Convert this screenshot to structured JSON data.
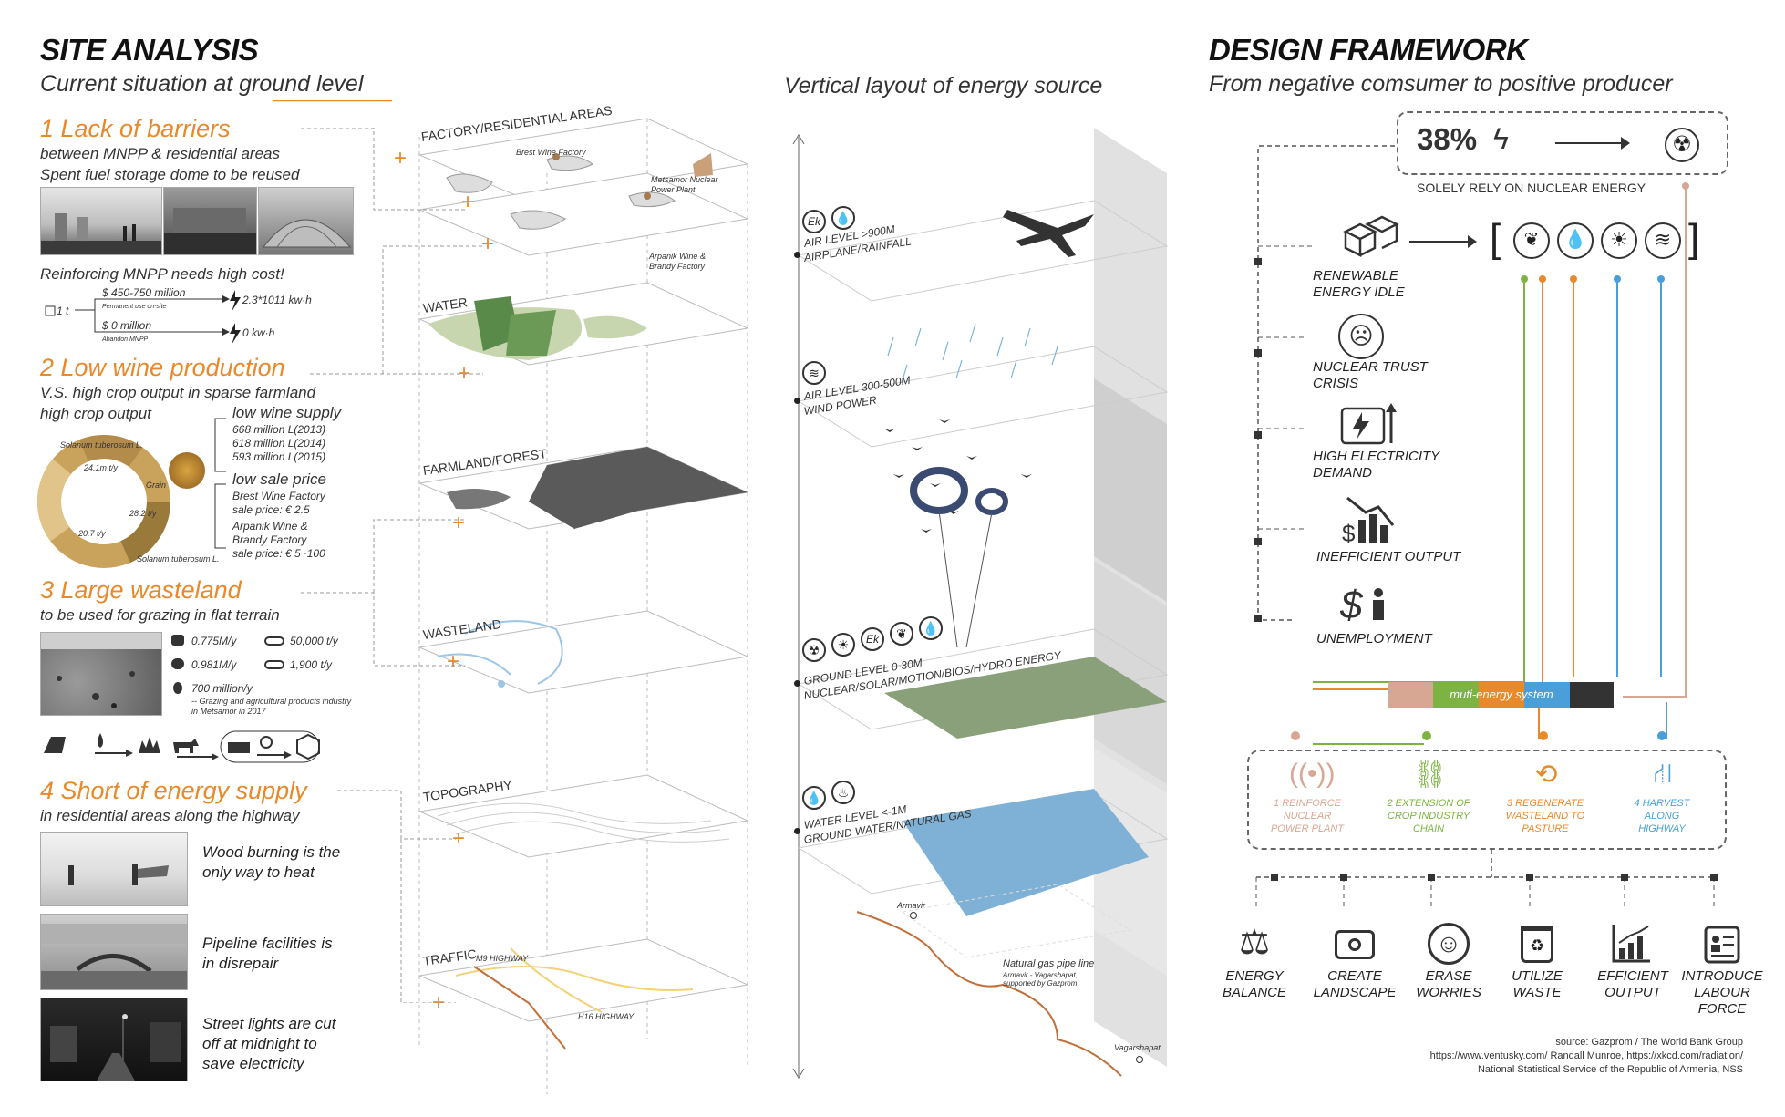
{
  "site": {
    "title": "SITE ANALYSIS",
    "subtitle": "Current situation at ground level",
    "s1": {
      "heading": "1 Lack of barriers",
      "line1": "between MNPP & residential areas",
      "line2": "Spent fuel storage dome to be reused",
      "cost_title": "Reinforcing MNPP needs high cost!",
      "root": "1 t",
      "cost_a": "$ 450-750 million",
      "cost_a_note": "Permanent use on-site",
      "cost_a_result": "2.3*1011 kw·h",
      "cost_b": "$ 0 million",
      "cost_b_note": "Abandon MNPP",
      "cost_b_result": "0 kw·h"
    },
    "s2": {
      "heading": "2 Low wine production",
      "line1": "V.S. high crop output in sparse farmland",
      "line2": "high crop output",
      "supply_title": "low wine supply",
      "supply": [
        "668 million L(2013)",
        "618 million L(2014)",
        "593 million L(2015)"
      ],
      "price_title": "low sale price",
      "price_lines": [
        "Brest Wine Factory",
        "sale price: € 2.5",
        "Arpanik Wine &",
        "Brandy Factory",
        "sale price: € 5~100"
      ],
      "ring_labels": [
        "Solanum tuberosum L.",
        "24.1m t/y",
        "Grain",
        "28.2 t/y",
        "20.7 t/y",
        "Solanum tuberosum L."
      ]
    },
    "s3": {
      "heading": "3 Large wasteland",
      "line1": "to be used for grazing in flat terrain",
      "row1a": "0.775M/y",
      "row1b": "50,000 t/y",
      "row2a": "0.981M/y",
      "row2b": "1,900 t/y",
      "row3": "700 million/y",
      "note": "-- Grazing and agricultural products industry in Metsamor in 2017"
    },
    "s4": {
      "heading": "4 Short of energy supply",
      "line1": "in residential areas along the highway",
      "cap1": [
        "Wood burning is the",
        "only way to heat"
      ],
      "cap2": [
        "Pipeline facilities is",
        "in disrepair"
      ],
      "cap3": [
        "Street lights are cut",
        "off at midnight to",
        "save electricity"
      ]
    }
  },
  "layers": {
    "l1": "FACTORY/RESIDENTIAL AREAS",
    "l1_marks": [
      "Brest Wine Factory",
      "Metsamor Nuclear Power Plant",
      "Arpanik Wine & Brandy Factory"
    ],
    "l2": "WATER",
    "l3": "FARMLAND/FOREST",
    "l4": "WASTELAND",
    "l5": "TOPOGRAPHY",
    "l6": "TRAFFIC",
    "l6_marks": [
      "M9 HIGHWAY",
      "H16 HIGHWAY"
    ]
  },
  "vertical": {
    "title": "Vertical layout of energy source",
    "lv1": [
      "AIR LEVEL  >900M",
      "AIRPLANE/RAINFALL"
    ],
    "lv2": [
      "AIR LEVEL  300-500M",
      "WIND POWER"
    ],
    "lv3": [
      "GROUND LEVEL  0-30M",
      "NUCLEAR/SOLAR/MOTION/BIOS/HYDRO ENERGY"
    ],
    "lv4": [
      "WATER LEVEL  <-1M",
      "GROUND WATER/NATURAL GAS"
    ],
    "pipe": "Natural gas pipe line",
    "pipe_note": [
      "Armavir - Vagarshapat,",
      "supported by Gazprom"
    ],
    "city1": "Armavir",
    "city2": "Vagarshapat",
    "ek": "Ek"
  },
  "design": {
    "title": "DESIGN FRAMEWORK",
    "subtitle": "From negative comsumer to positive producer",
    "percent": "38%",
    "rely": "SOLELY RELY ON NUCLEAR ENERGY",
    "issues": [
      [
        "RENEWABLE",
        "ENERGY IDLE"
      ],
      [
        "NUCLEAR TRUST",
        "CRISIS"
      ],
      [
        "HIGH ELECTRICITY",
        "DEMAND"
      ],
      [
        "INEFFICIENT OUTPUT"
      ],
      [
        "UNEMPLOYMENT"
      ]
    ],
    "multi": "muti-energy system",
    "strategies": [
      [
        "1 REINFORCE",
        "NUCLEAR",
        "POWER PLANT"
      ],
      [
        "2 EXTENSION OF",
        "CROP INDUSTRY",
        "CHAIN"
      ],
      [
        "3 REGENERATE",
        "WASTELAND TO",
        "PASTURE"
      ],
      [
        "4 HARVEST",
        "ALONG",
        "HIGHWAY"
      ]
    ],
    "outcomes": [
      [
        "ENERGY",
        "BALANCE"
      ],
      [
        "CREATE",
        "LANDSCAPE"
      ],
      [
        "ERASE",
        "WORRIES"
      ],
      [
        "UTILIZE",
        "WASTE"
      ],
      [
        "EFFICIENT",
        "OUTPUT"
      ],
      [
        "INTRODUCE",
        "LABOUR",
        "FORCE"
      ]
    ],
    "source": [
      "source: Gazprom / The World Bank Group",
      "https://www.ventusky.com/ Randall Munroe, https://xkcd.com/radiation/",
      "National Statistical Service of the Republic of Armenia,  NSS"
    ]
  },
  "colors": {
    "orange": "#e8892b",
    "green": "#7cb342",
    "blue": "#4a9fd8",
    "pink": "#d8a793",
    "dark": "#333333"
  }
}
